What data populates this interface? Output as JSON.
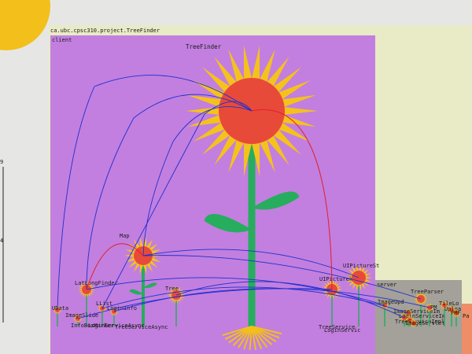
{
  "package_label": "ca.ubc.cpsc310.project.TreeFinder",
  "client_label": "client",
  "server_label": "server",
  "axis_ticks": [
    "9",
    "4"
  ],
  "colors": {
    "page_bg": "#e6e7e4",
    "package_bg": "#e8ebc5",
    "client_bg": "#c27fdf",
    "server_bg": "#a4a09a",
    "right_block": "#ee8d68",
    "sun": "#f3bf1a",
    "petal": "#f5c21b",
    "center": "#e84a3a",
    "stem": "#27ad5e",
    "edge_blue": "#1f2fd0",
    "edge_red": "#e0202a"
  },
  "main_flower": {
    "name": "TreeFinder"
  },
  "client_flowers": [
    {
      "name": "Map"
    },
    {
      "name": "LatLongFinder"
    },
    {
      "name": "Tree"
    },
    {
      "name": "UIPictureSt"
    },
    {
      "name": "UIPicturek"
    },
    {
      "name": "UData"
    },
    {
      "name": "ImageSlide"
    },
    {
      "name": "LList"
    },
    {
      "name": "LoginInfo"
    }
  ],
  "client_bottom_labels": [
    "TreeServiceAsync",
    "InfoBoxMarker",
    "LoginServiceAsync",
    "TreeService",
    "LoginServic"
  ],
  "server_flowers": [
    {
      "name": "ImageUpd"
    },
    {
      "name": "TreeParser"
    },
    {
      "name": "ImageServiceIm"
    },
    {
      "name": "LoginServiceIm"
    },
    {
      "name": "TreeServiceImpl"
    },
    {
      "name": "ImageServlet"
    },
    {
      "name": "PM"
    },
    {
      "name": "TileLo"
    },
    {
      "name": "Uploa"
    },
    {
      "name": "PMF"
    }
  ],
  "right_block_label": "Pa"
}
